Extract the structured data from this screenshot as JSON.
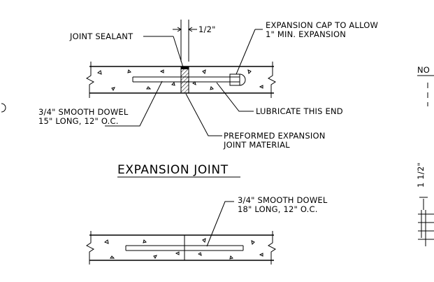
{
  "labels": {
    "joint_sealant": "JOINT SEALANT",
    "half_inch": "1/2\"",
    "expansion_cap_line1": "EXPANSION CAP TO ALLOW",
    "expansion_cap_line2": "1\" MIN. EXPANSION",
    "dowel_a_line1": "3/4\" SMOOTH DOWEL",
    "dowel_a_line2": "15\" LONG, 12\" O.C.",
    "lubricate": "LUBRICATE THIS END",
    "preformed_line1": "PREFORMED EXPANSION",
    "preformed_line2": "JOINT MATERIAL",
    "dowel_b_line1": "3/4\" SMOOTH DOWEL",
    "dowel_b_line2": "18\" LONG, 12\" O.C.",
    "side_label_vertical": "1 1/2\"",
    "notes_fragment": "NO"
  },
  "titles": {
    "expansion_joint": "EXPANSION JOINT"
  },
  "colors": {
    "line": "#000000",
    "background": "#ffffff"
  }
}
